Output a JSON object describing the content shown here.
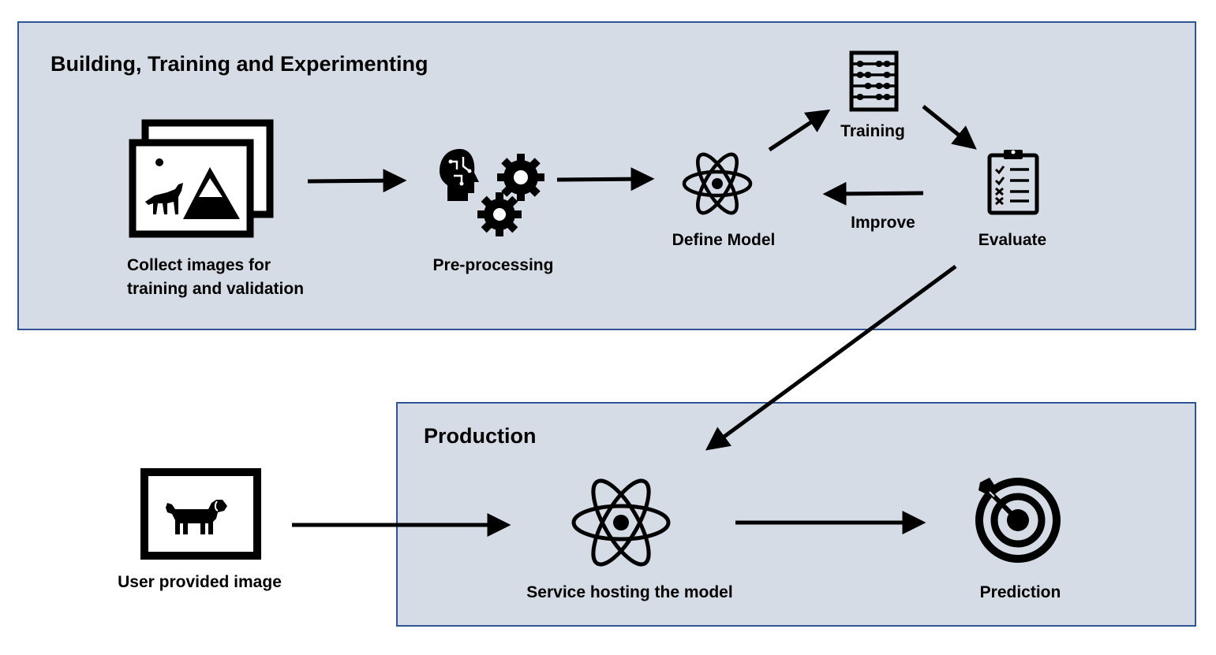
{
  "sections": {
    "build": {
      "title": "Building, Training and Experimenting"
    },
    "production": {
      "title": "Production"
    }
  },
  "nodes": {
    "collect": {
      "label_line1": "Collect images for",
      "label_line2": "training and validation",
      "icon": "image-gallery-icon"
    },
    "preprocess": {
      "label": "Pre-processing",
      "icon": "brain-gears-icon"
    },
    "define_model": {
      "label": "Define Model",
      "icon": "atom-icon"
    },
    "training": {
      "label": "Training",
      "icon": "abacus-icon"
    },
    "evaluate": {
      "label": "Evaluate",
      "icon": "checklist-clipboard-icon"
    },
    "service": {
      "label": "Service hosting the model",
      "icon": "atom-icon"
    },
    "prediction": {
      "label": "Prediction",
      "icon": "target-icon"
    },
    "user_image": {
      "label": "User provided image",
      "icon": "dog-picture-icon"
    }
  },
  "edges": {
    "improve": {
      "label": "Improve"
    }
  },
  "colors": {
    "panel_fill": "#d6dce5",
    "panel_border": "#2f5597",
    "ink": "#000000"
  }
}
